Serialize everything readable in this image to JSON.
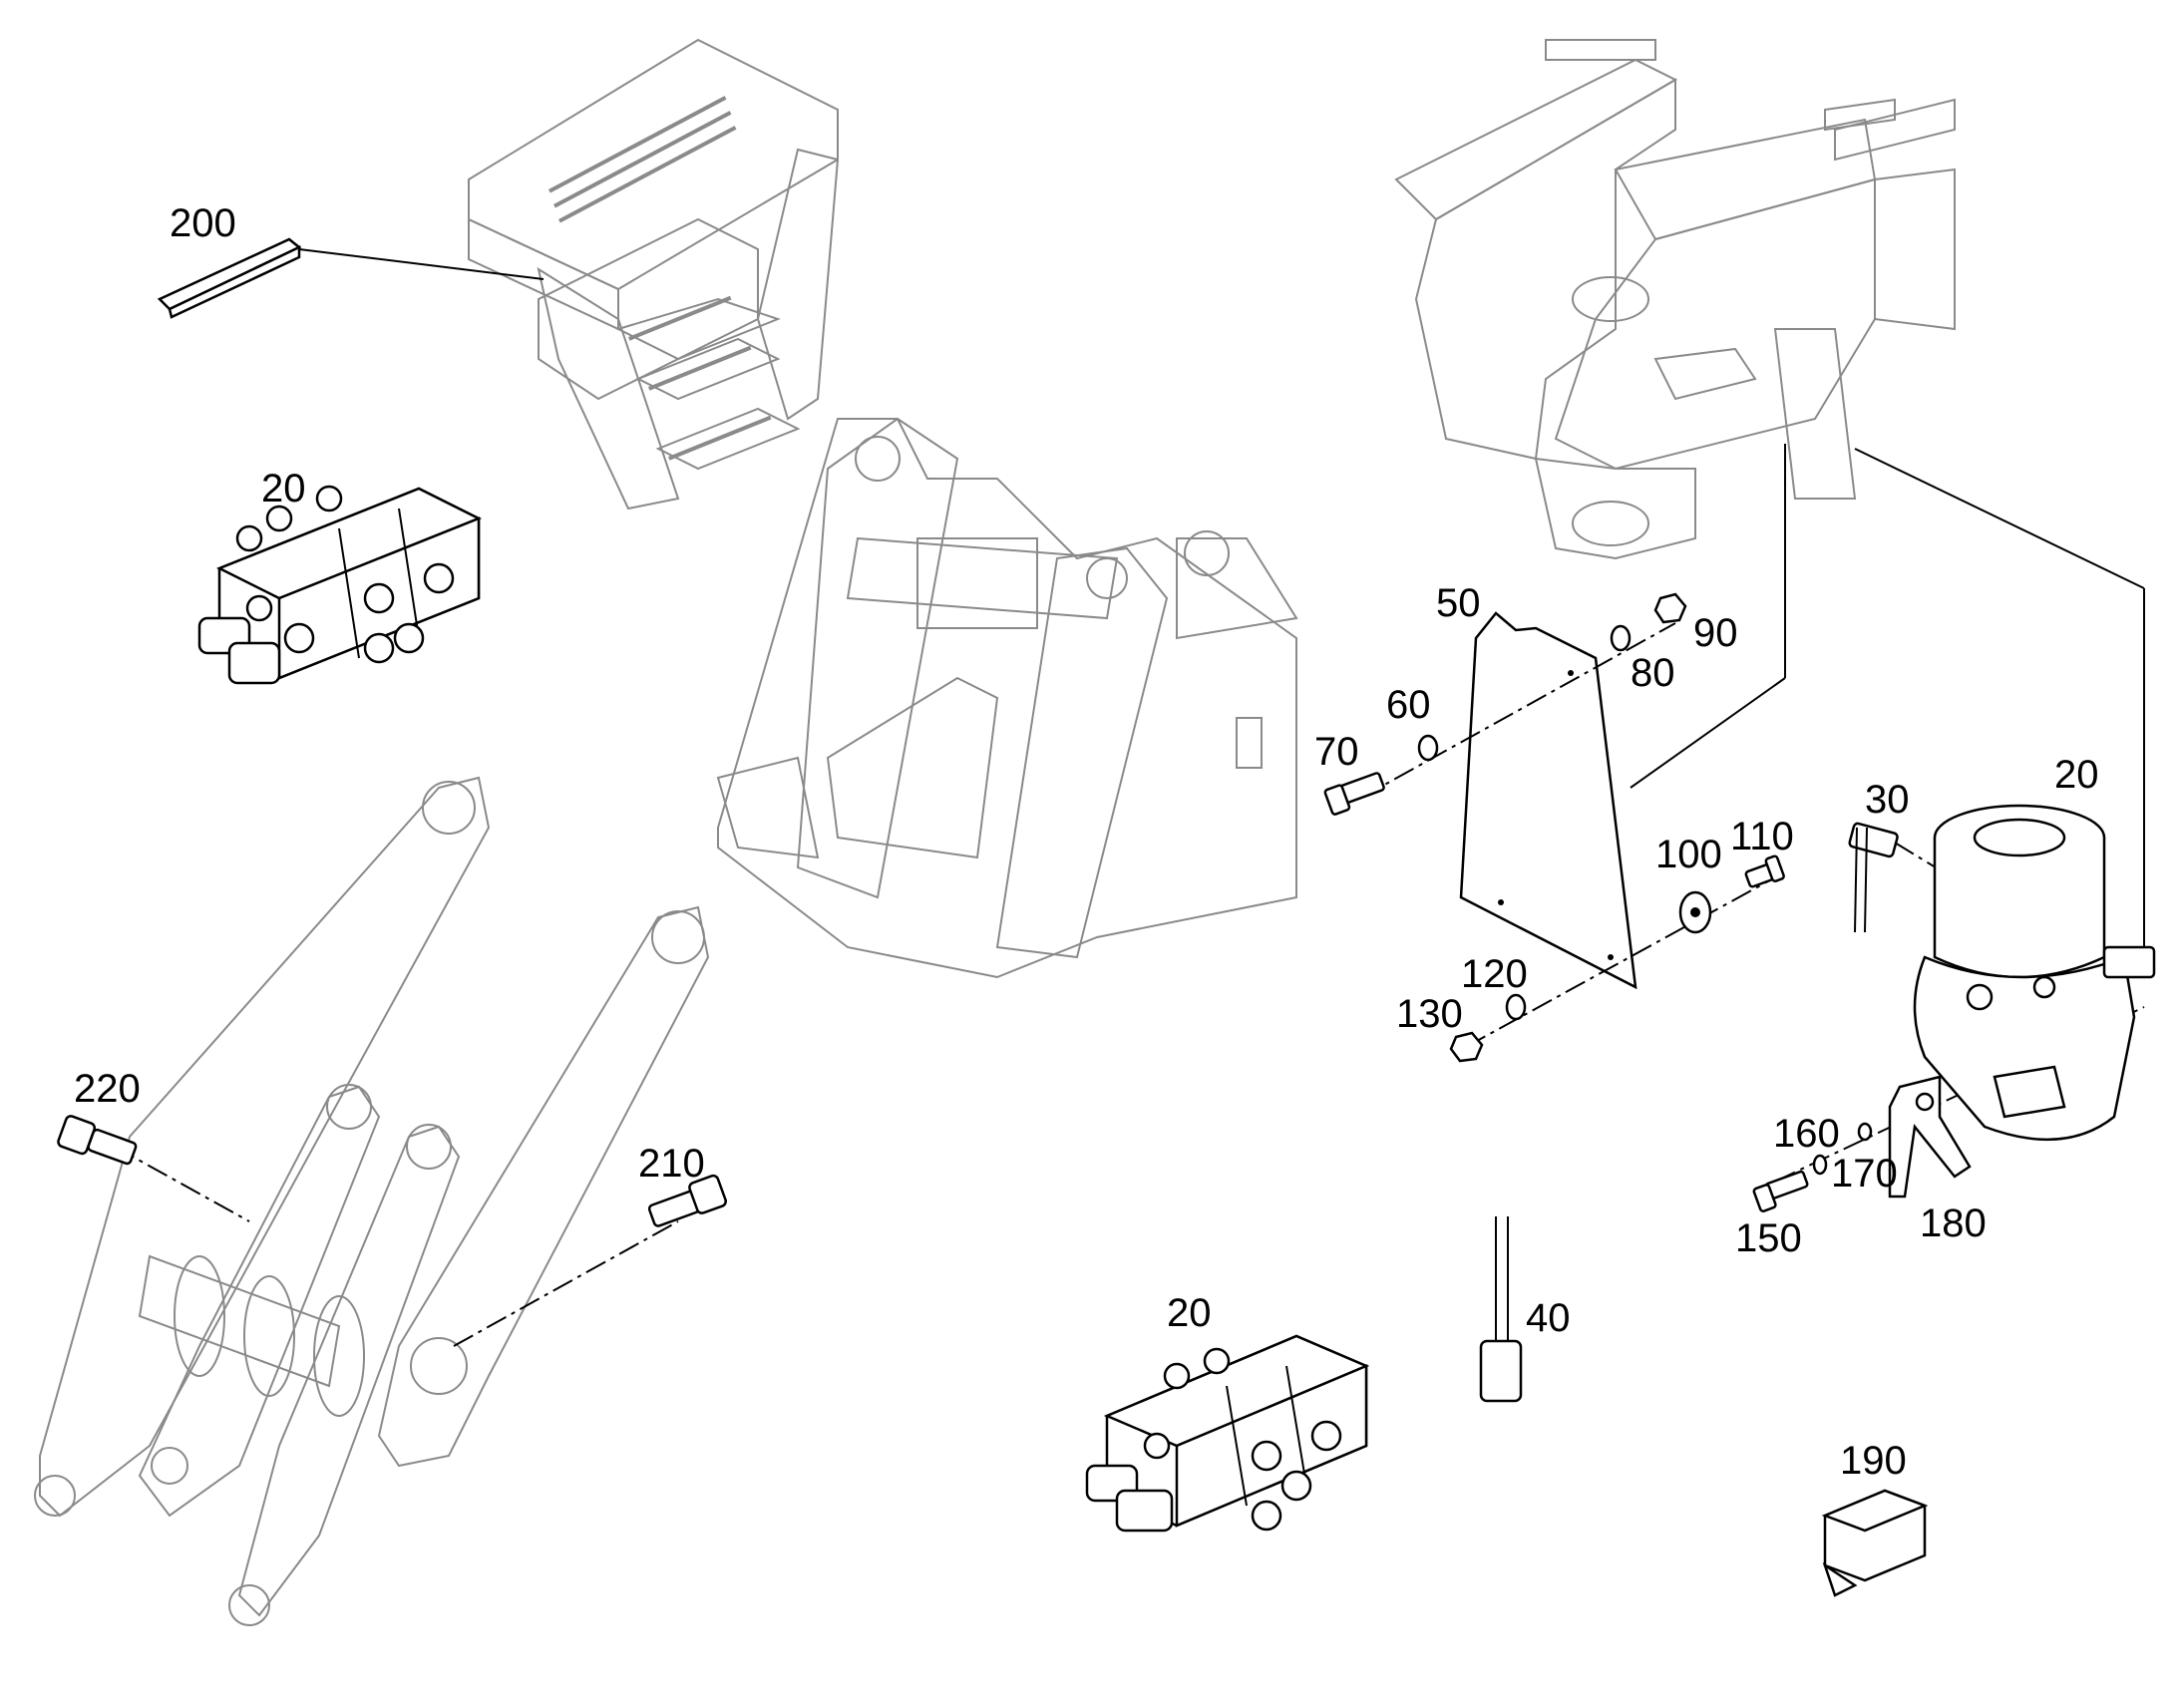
{
  "callouts": {
    "c200": "200",
    "c20_valve_top": "20",
    "c20_valve_bottom": "20",
    "c20_pump": "20",
    "c30": "30",
    "c40": "40",
    "c50": "50",
    "c60": "60",
    "c70": "70",
    "c80": "80",
    "c90": "90",
    "c100": "100",
    "c110": "110",
    "c120": "120",
    "c130": "130",
    "c150": "150",
    "c160": "160",
    "c170": "170",
    "c180": "180",
    "c190": "190",
    "c210": "210",
    "c220": "220"
  }
}
